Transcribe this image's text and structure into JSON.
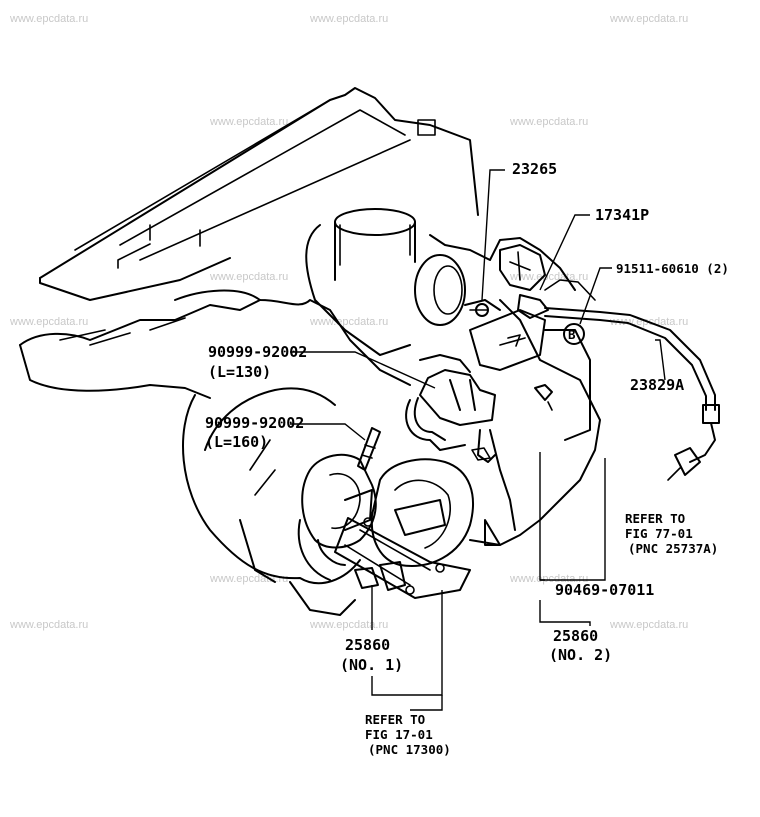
{
  "watermark": "www.epcdata.ru",
  "callouts": {
    "p23265": "23265",
    "p17341P": "17341P",
    "p91511": "91511-60610 (2)",
    "p23829A": "23829A",
    "p90999a": "90999-92002",
    "p90999a_len": "(L=130)",
    "p90999b": "90999-92002",
    "p90999b_len": "(L=160)",
    "p90469": "90469-07011",
    "p25860_1": "25860",
    "p25860_1_no": "(NO. 1)",
    "p25860_2": "25860",
    "p25860_2_no": "(NO. 2)",
    "marker_b": "B"
  },
  "references": {
    "ref77_l1": "REFER TO",
    "ref77_l2": "FIG 77-01",
    "ref77_l3": "(PNC 25737A)",
    "ref17_l1": "REFER TO",
    "ref17_l2": "FIG 17-01",
    "ref17_l3": "(PNC 17300)"
  }
}
